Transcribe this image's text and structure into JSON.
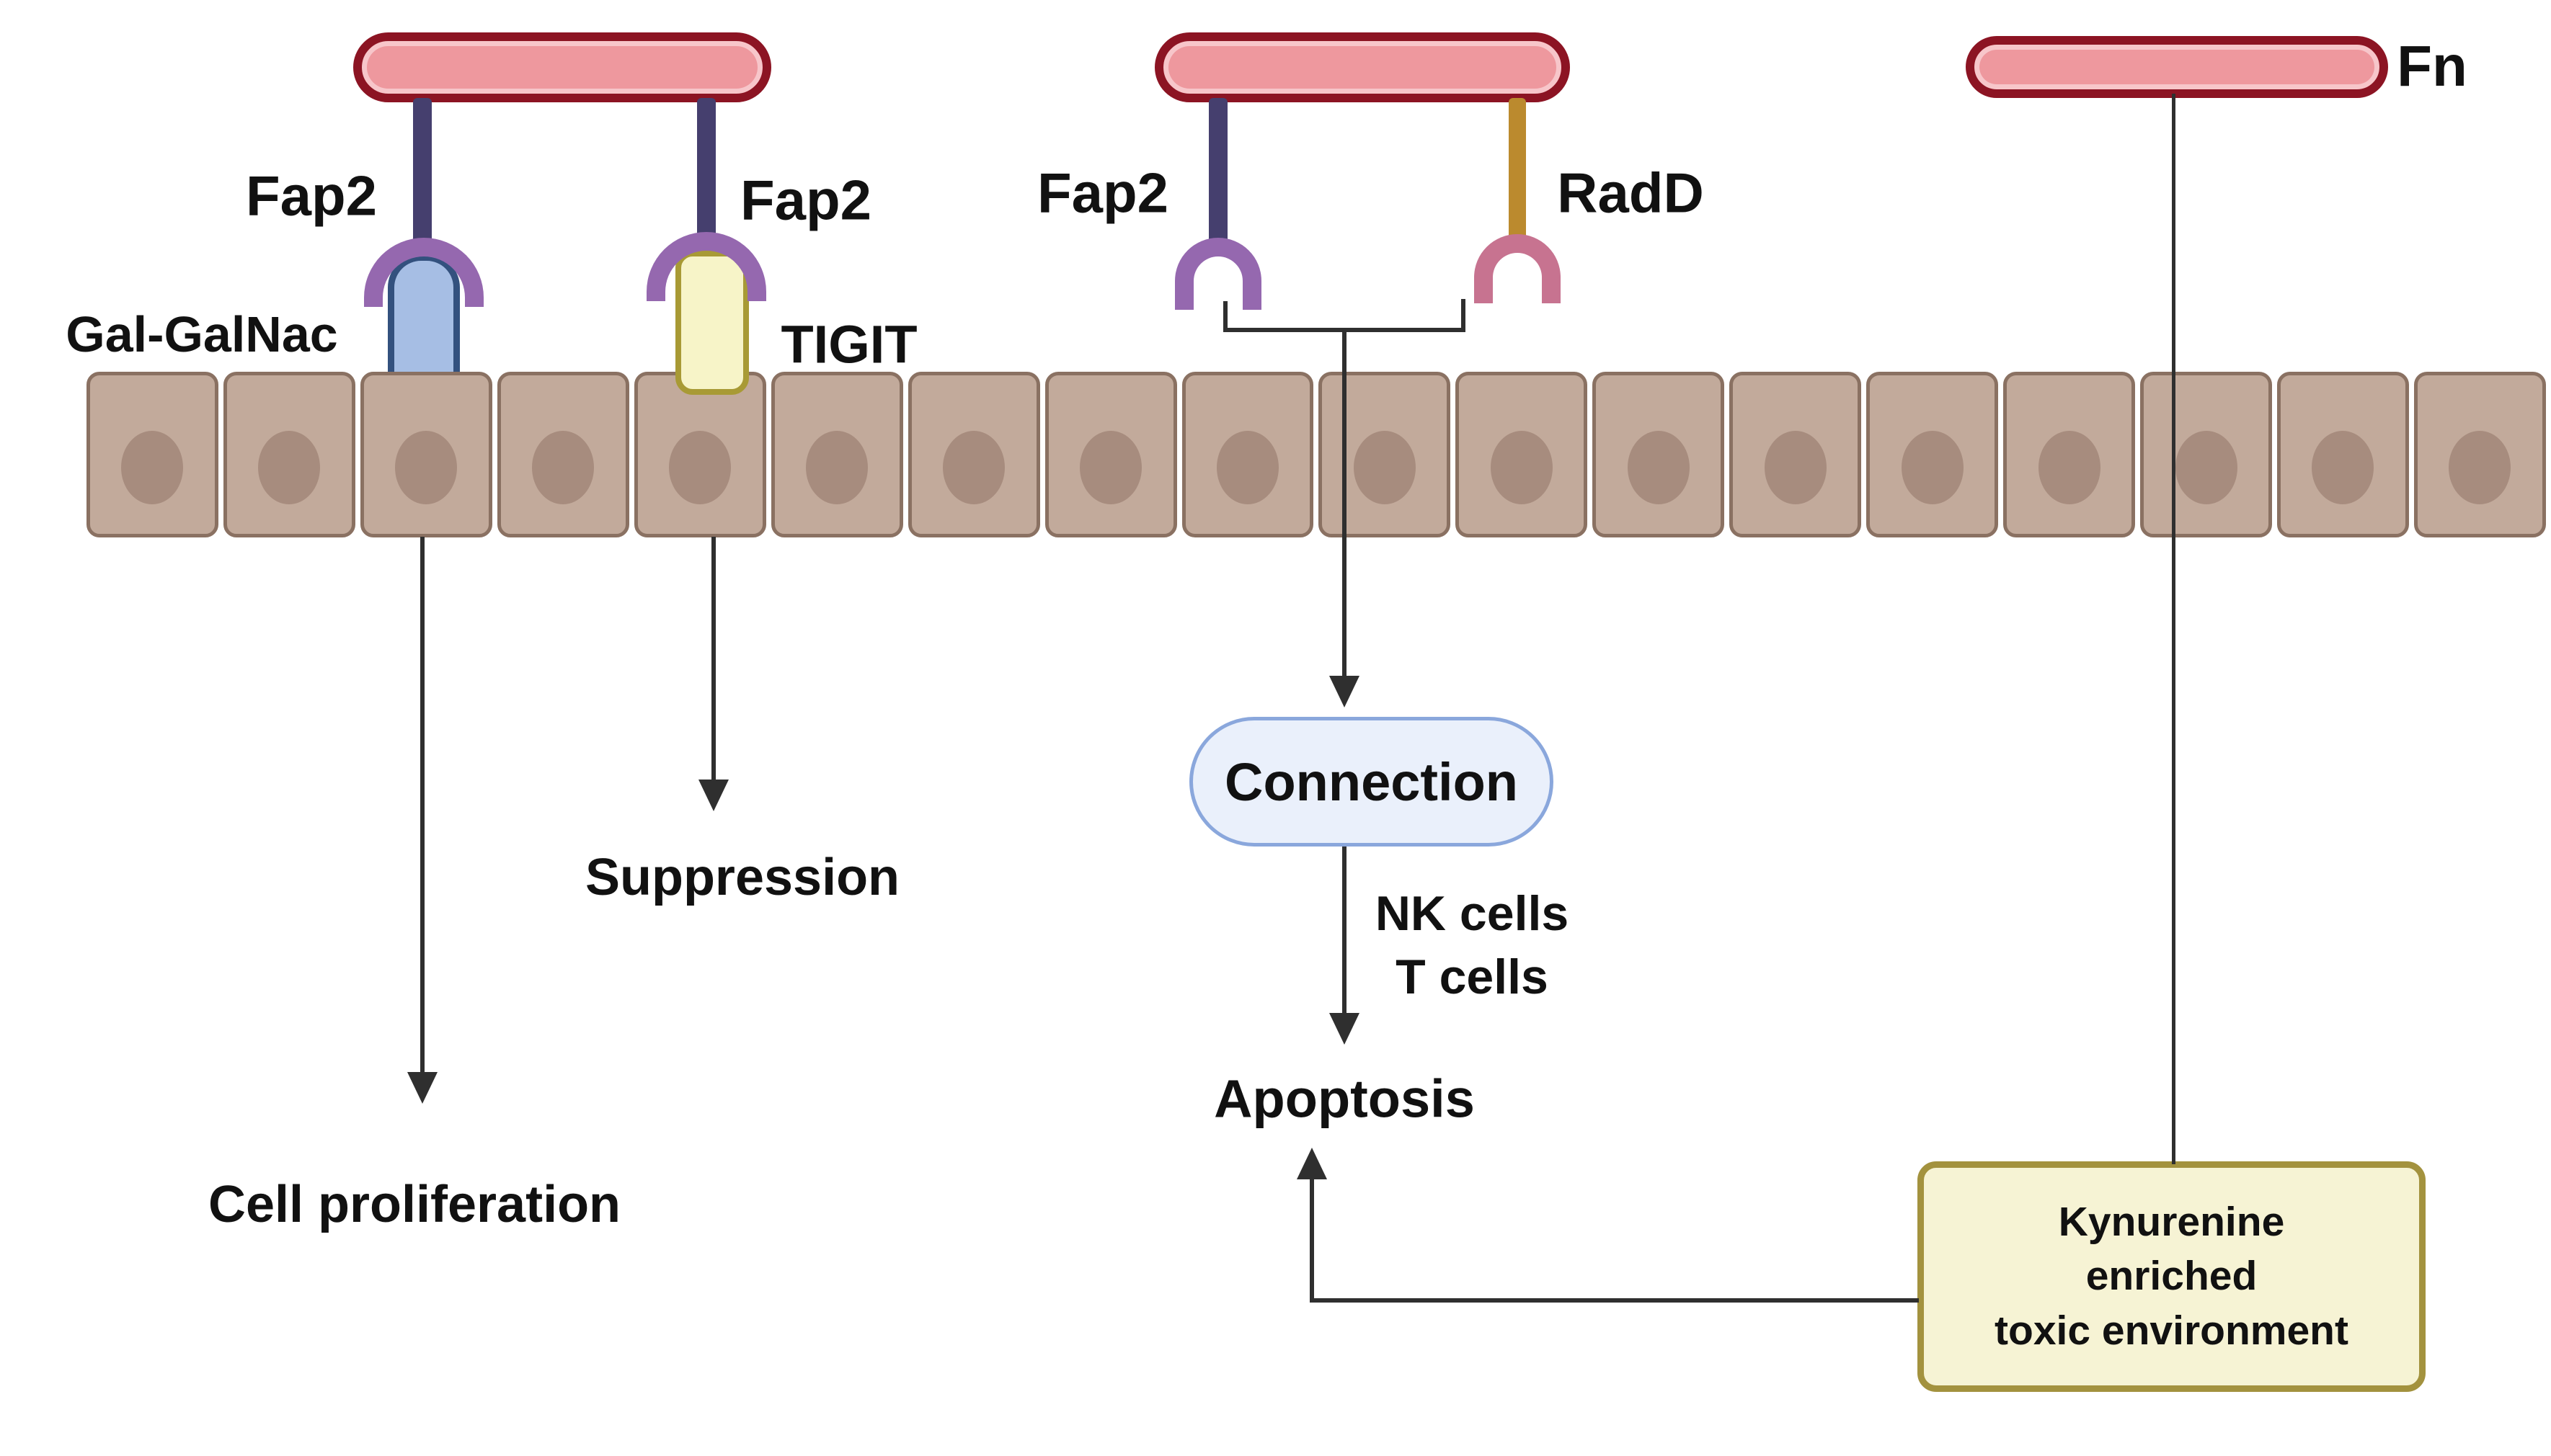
{
  "labels": {
    "bacterium_left": {
      "fap2_left": "Fap2",
      "fap2_right": "Fap2",
      "gal_galnac": "Gal-GalNac",
      "tigit": "TIGIT"
    },
    "bacterium_middle": {
      "fap2": "Fap2",
      "radd": "RadD"
    },
    "bacterium_right": {
      "fn": "Fn"
    },
    "connection": "Connection",
    "nk_cells": "NK cells",
    "t_cells": "T cells",
    "apoptosis": "Apoptosis",
    "cell_proliferation": "Cell proliferation",
    "suppression": "Suppression",
    "kynurenine_box_lines": [
      "Kynurenine",
      "enriched",
      "toxic environment"
    ]
  },
  "epithelium": {
    "cell_count": 18
  },
  "colors": {
    "bacteria_fill": "#EE989E",
    "bacteria_border": "#8C1423",
    "stalk_navy": "#453F6E",
    "stalk_gold": "#BB8A2E",
    "arch_purple": "#9568AF",
    "arch_pink": "#C77390",
    "receptor_blue_fill": "#A6BEE4",
    "receptor_blue_border": "#33517E",
    "receptor_yellow_fill": "#F7F4C8",
    "receptor_yellow_border": "#A89A35",
    "cell_fill": "#C2AA9B",
    "cell_border": "#8A7162",
    "nucleus": "#A78C7E",
    "connection_fill": "#EAF0FB",
    "connection_border": "#8AA7DC",
    "box_fill": "#F6F3D4",
    "box_border": "#A3923E",
    "line": "#2F2F2F",
    "text": "#111111"
  }
}
